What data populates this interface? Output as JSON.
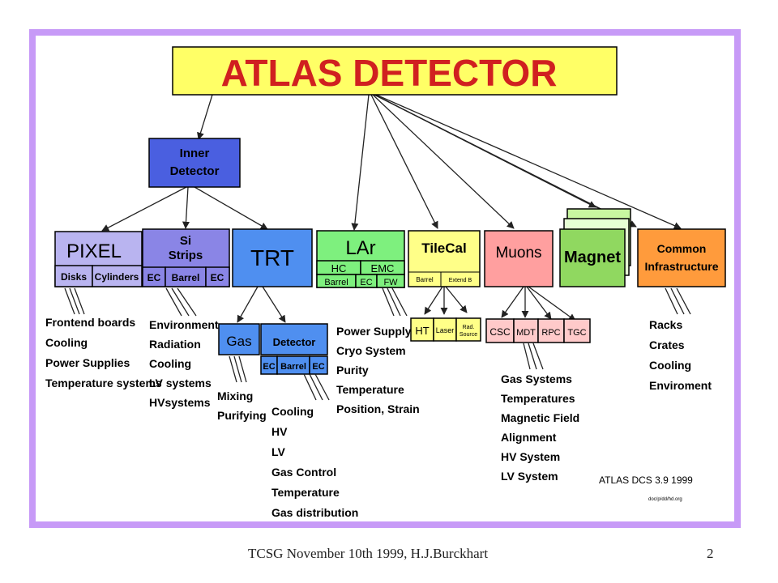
{
  "title": "ATLAS DETECTOR",
  "inner_detector": [
    "Inner",
    "Detector"
  ],
  "pixel": {
    "name": "PIXEL",
    "parts": [
      "Disks",
      "Cylinders"
    ]
  },
  "si_strips": {
    "name": [
      "Si",
      "Strips"
    ],
    "parts": [
      "EC",
      "Barrel",
      "EC"
    ]
  },
  "trt": {
    "name": "TRT",
    "gas": "Gas",
    "detector": "Detector",
    "detector_parts": [
      "EC",
      "Barrel",
      "EC"
    ]
  },
  "lar": {
    "name": "LAr",
    "row1": [
      "HC",
      "EMC"
    ],
    "row2": [
      "Barrel",
      "EC",
      "FW"
    ]
  },
  "tilecal": {
    "name": "TileCal",
    "parts": [
      "Barrel",
      "Extend B"
    ],
    "sub": [
      "HT",
      "Laser",
      "Rad. Source"
    ]
  },
  "muons": {
    "name": "Muons",
    "sub": [
      "CSC",
      "MDT",
      "RPC",
      "TGC"
    ]
  },
  "magnet": "Magnet",
  "common": [
    "Common",
    "Infrastructure"
  ],
  "lists": {
    "pixel": [
      "Frontend boards",
      "Cooling",
      "Power Supplies",
      "Temperature systems"
    ],
    "si": [
      "Environment",
      "Radiation",
      "Cooling",
      "LV systems",
      "HVsystems"
    ],
    "gas": [
      "Mixing",
      "Purifying"
    ],
    "trt_detector": [
      "Cooling",
      "HV",
      "LV",
      "Gas Control",
      "Temperature",
      "Gas distribution"
    ],
    "lar": [
      "Power Supply",
      "Cryo System",
      "Purity",
      "Temperature",
      "Position, Strain"
    ],
    "muons": [
      "Gas Systems",
      "Temperatures",
      "Magnetic Field",
      "Alignment",
      "HV System",
      "LV System"
    ],
    "common": [
      "Racks",
      "Crates",
      "Cooling",
      "Enviroment"
    ]
  },
  "stamp": "ATLAS DCS 3.9 1999",
  "colors": {
    "frame": "#c79af7",
    "title_box": "#ffff66",
    "inner": "#4a5fe0",
    "pixel": "#b9b4f0",
    "si": "#8a85e6",
    "trt": "#4f8ff0",
    "lar": "#7ef07e",
    "tilecal": "#ffff88",
    "muons": "#ff9f9f",
    "magnet": "#90d860",
    "common": "#ff9b3c"
  },
  "footer": {
    "left": "TCSG November 10th 1999,  H.J.Burckhart",
    "page": "2"
  }
}
